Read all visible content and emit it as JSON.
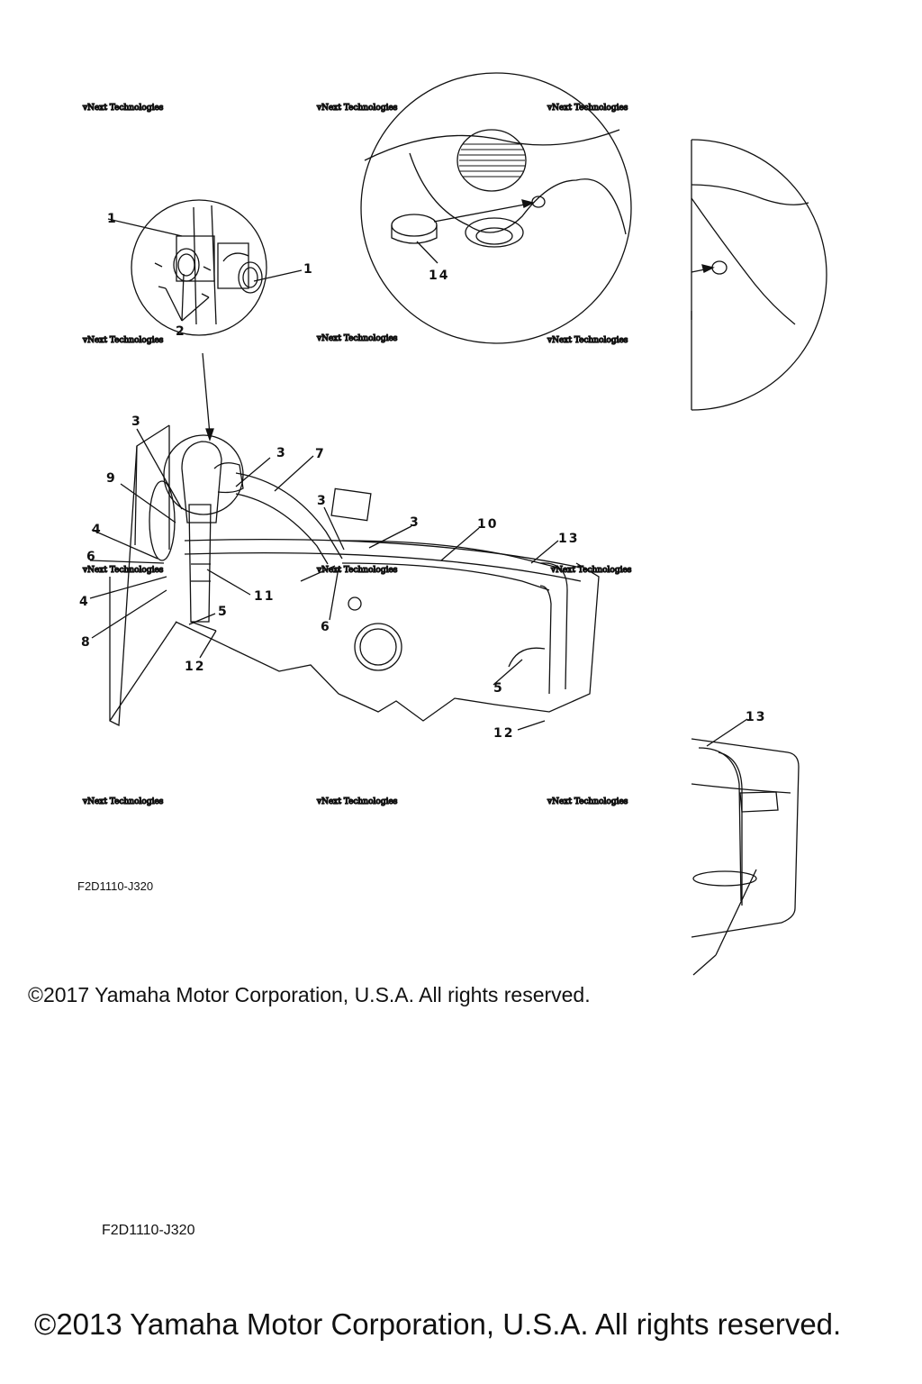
{
  "watermark": "vNext Technologies",
  "callouts": {
    "c1a": "1",
    "c1b": "1",
    "c2": "2",
    "c3a": "3",
    "c3b": "3",
    "c3c": "3",
    "c3d": "3",
    "c4a": "4",
    "c4b": "4",
    "c5a": "5",
    "c5b": "5",
    "c6a": "6",
    "c6b": "6",
    "c7": "7",
    "c8": "8",
    "c9": "9",
    "c10": "10",
    "c11": "11",
    "c12a": "12",
    "c12b": "12",
    "c13a": "13",
    "c13b": "13",
    "c14": "14"
  },
  "diagram_code_1": "F2D1110-J320",
  "diagram_code_2": "F2D1110-J320",
  "copyright_1": "©2017 Yamaha Motor Corporation, U.S.A. All rights reserved.",
  "copyright_2": "©2013 Yamaha Motor Corporation, U.S.A. All rights reserved."
}
